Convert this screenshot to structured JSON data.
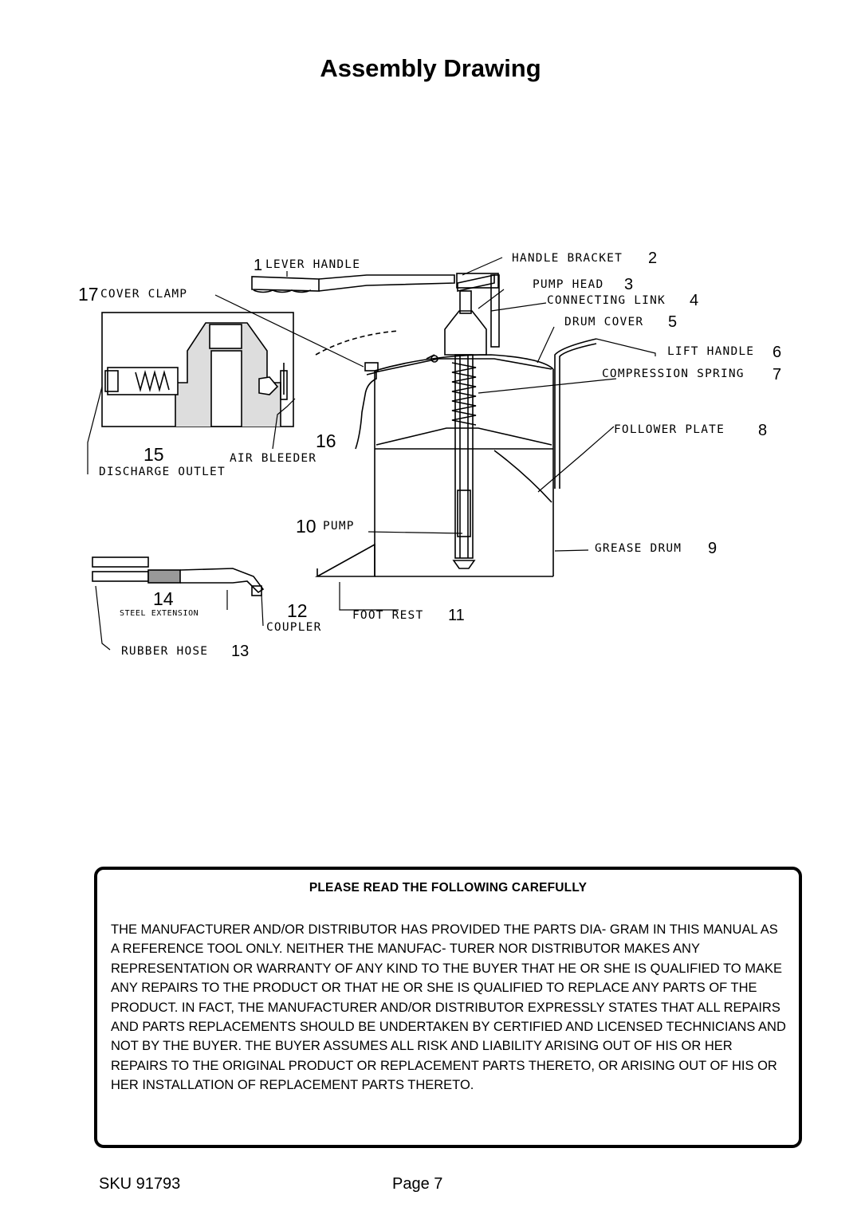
{
  "page": {
    "title": "Assembly Drawing",
    "sku": "SKU 91793",
    "page_label": "Page 7"
  },
  "diagram": {
    "labels": {
      "lever_handle": "LEVER HANDLE",
      "handle_bracket": "HANDLE BRACKET",
      "pump_head": "PUMP HEAD",
      "connecting_link": "CONNECTING LINK",
      "drum_cover": "DRUM COVER",
      "lift_handle": "LIFT HANDLE",
      "compression_spring": "COMPRESSION SPRING",
      "follower_plate": "FOLLOWER PLATE",
      "grease_drum": "GREASE DRUM",
      "cover_clamp": "COVER CLAMP",
      "air_bleeder": "AIR BLEEDER",
      "discharge_outlet": "DISCHARGE OUTLET",
      "pump": "PUMP",
      "steel_extension": "STEEL EXTENSION",
      "coupler": "COUPLER",
      "foot_rest": "FOOT REST",
      "rubber_hose": "RUBBER HOSE"
    },
    "numbers": {
      "n1": "1",
      "n2": "2",
      "n3": "3",
      "n4": "4",
      "n5": "5",
      "n6": "6",
      "n7": "7",
      "n8": "8",
      "n9": "9",
      "n10": "10",
      "n11": "11",
      "n12": "12",
      "n13": "13",
      "n14": "14",
      "n15": "15",
      "n16": "16",
      "n17": "17"
    }
  },
  "notice": {
    "heading": "PLEASE READ THE FOLLOWING CAREFULLY",
    "body": "THE MANUFACTURER AND/OR DISTRIBUTOR HAS PROVIDED THE PARTS DIA- GRAM IN THIS MANUAL AS A REFERENCE TOOL ONLY. NEITHER THE MANUFAC- TURER NOR DISTRIBUTOR MAKES ANY REPRESENTATION OR WARRANTY OF ANY KIND TO THE BUYER THAT HE OR SHE IS QUALIFIED TO MAKE ANY REPAIRS TO THE PRODUCT OR THAT HE OR SHE IS QUALIFIED TO REPLACE ANY PARTS OF THE PRODUCT. IN FACT, THE MANUFACTURER AND/OR DISTRIBUTOR EXPRESSLY STATES THAT ALL REPAIRS AND PARTS REPLACEMENTS SHOULD BE UNDERTAKEN BY CERTIFIED AND LICENSED TECHNICIANS AND NOT BY THE BUYER. THE BUYER ASSUMES ALL RISK AND LIABILITY ARISING OUT OF HIS OR HER REPAIRS TO THE ORIGINAL PRODUCT OR REPLACEMENT PARTS THERETO, OR ARISING OUT OF HIS OR HER INSTALLATION OF REPLACEMENT PARTS THERETO."
  }
}
